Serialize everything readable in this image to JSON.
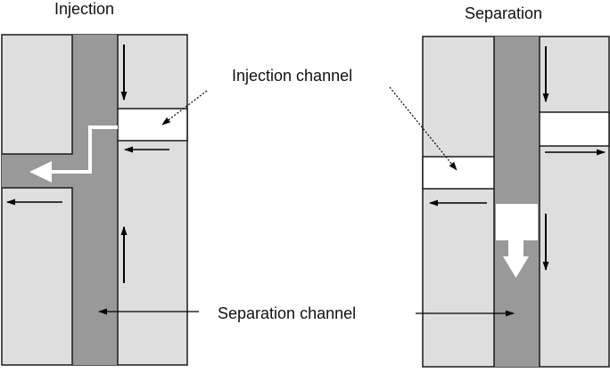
{
  "titles": {
    "left": "Injection",
    "right": "Separation"
  },
  "labels": {
    "injection_channel": "Injection channel",
    "separation_channel": "Separation channel"
  },
  "colors": {
    "chip_fill": "#dedede",
    "separation_channel_fill": "#999999",
    "injection_channel_fill": "#ffffff",
    "outline": "#1a1a1a",
    "flow_arrow": "#000000",
    "sample_arrow": "#ffffff"
  }
}
